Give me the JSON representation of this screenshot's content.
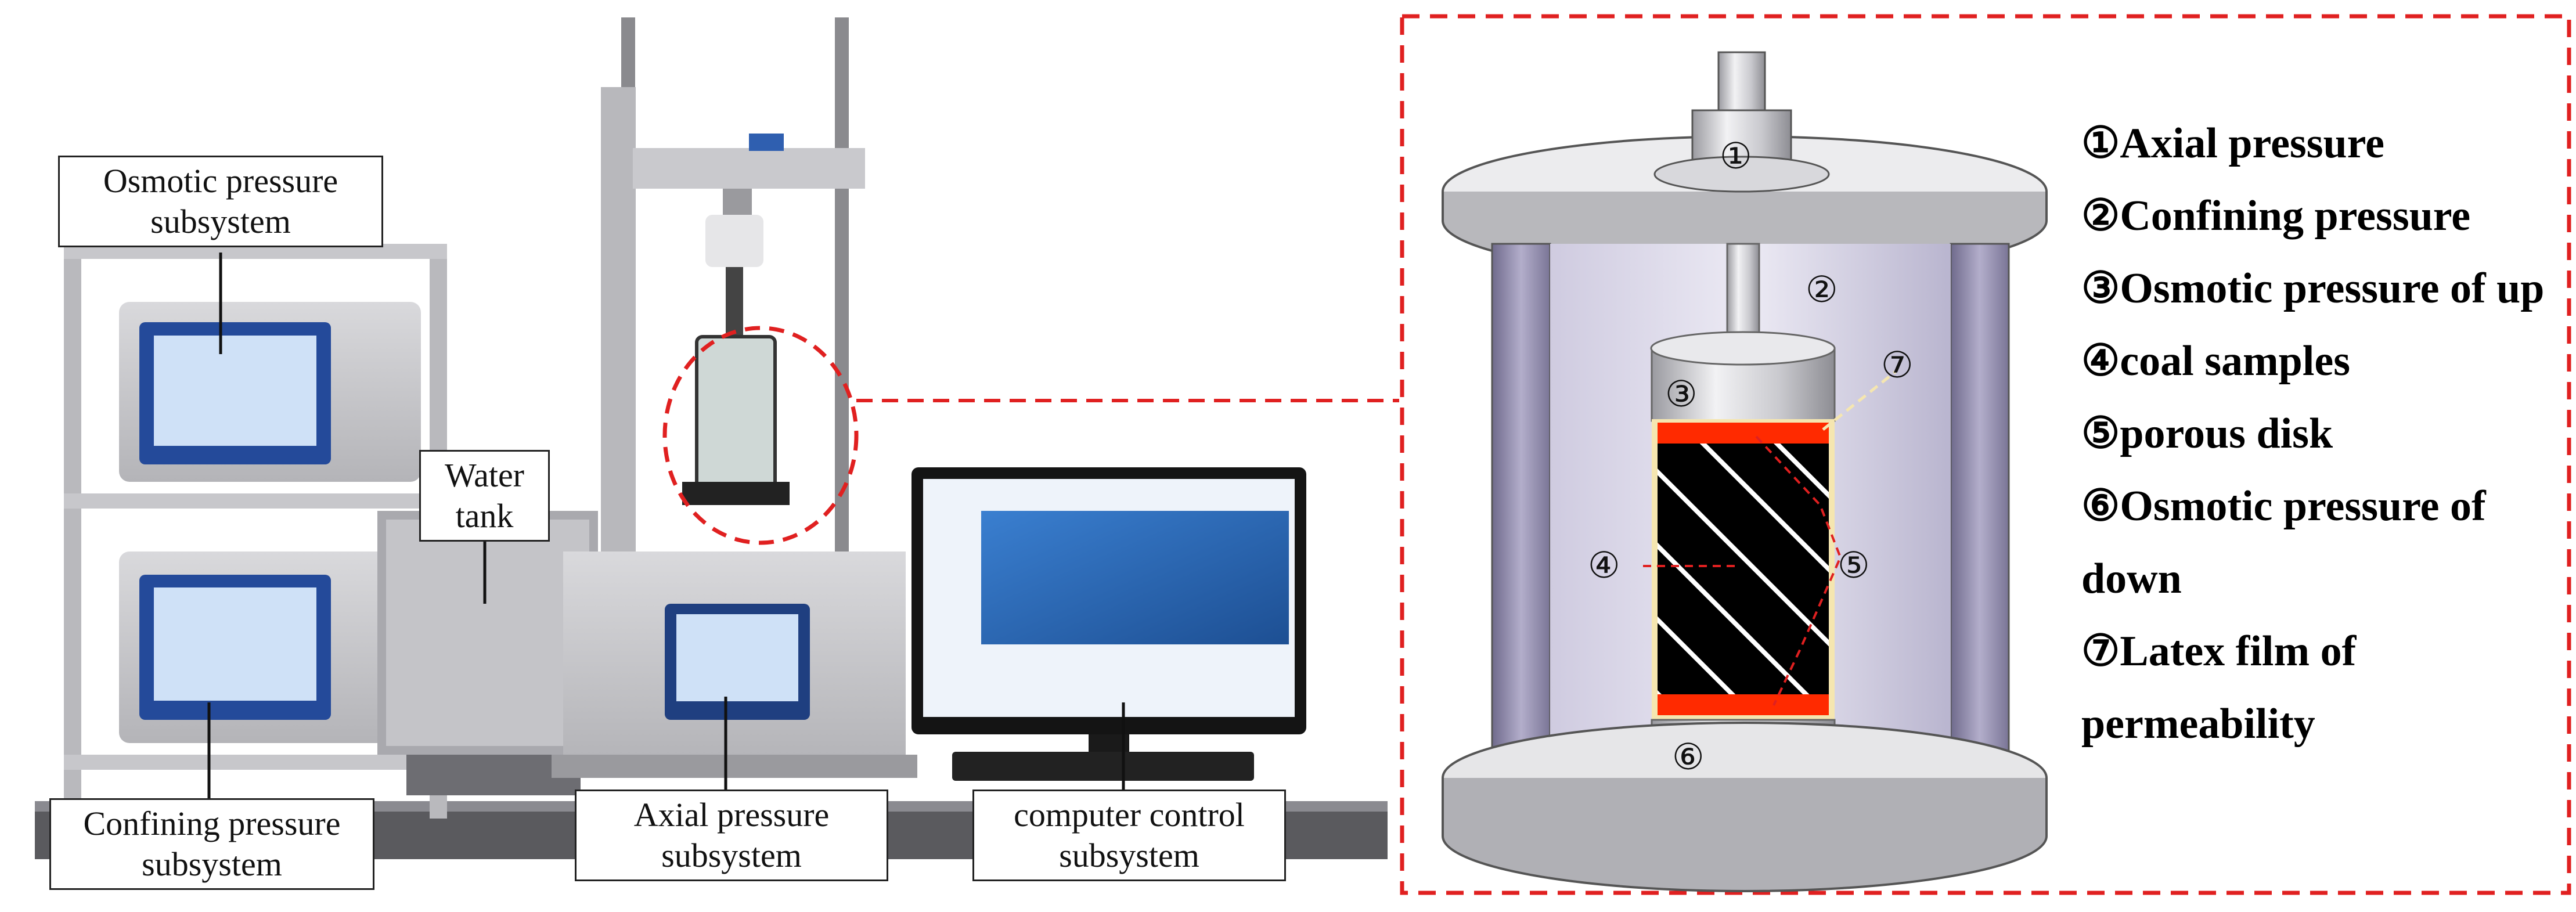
{
  "labels": {
    "osmotic": [
      "Osmotic pressure",
      "subsystem"
    ],
    "water_tank": [
      "Water",
      "tank"
    ],
    "confining": [
      "Confining pressure",
      "subsystem"
    ],
    "axial": [
      "Axial pressure",
      "subsystem"
    ],
    "computer": [
      "computer control",
      "subsystem"
    ]
  },
  "markers": [
    "①",
    "②",
    "③",
    "④",
    "⑤",
    "⑥",
    "⑦"
  ],
  "legend": [
    "①Axial pressure",
    "②Confining pressure",
    "③Osmotic pressure of up",
    "④coal samples",
    "⑤porous disk",
    "⑥Osmotic pressure of down",
    "⑦Latex film of permeability"
  ],
  "colors": {
    "callout": "#e02020",
    "sample": "#000000",
    "disk": "#ff2a00",
    "film": "#f5e6b0",
    "cell_wall": "#9e98b8",
    "steel": "#d4d4d6"
  }
}
